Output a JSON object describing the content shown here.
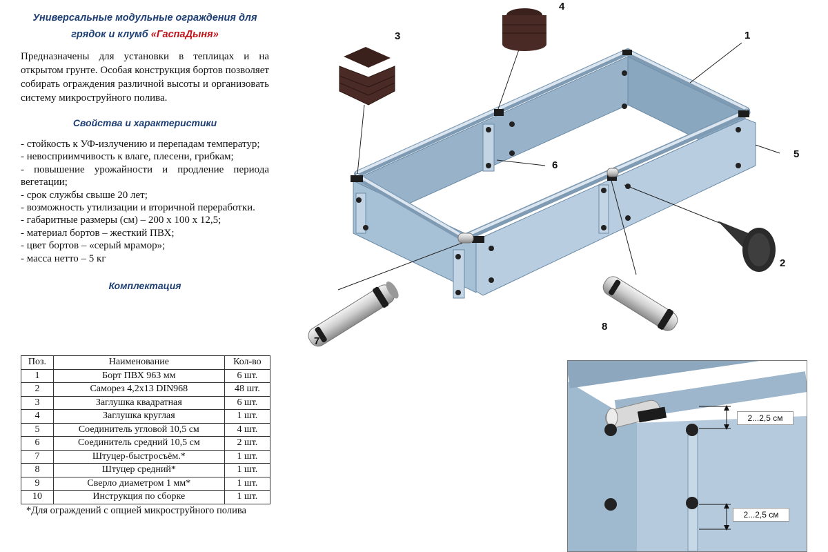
{
  "header": {
    "title_line1": "Универсальные модульные ограждения для",
    "title_line2": "грядок и клумб ",
    "brand": "«ГаспаДыня»"
  },
  "intro": "Предназначены для установки в теплицах и на открытом грунте. Особая конструкция бортов позволяет собирать ограждения различной высоты и организовать систему микроструйного полива.",
  "properties": {
    "heading": "Свойства и характеристики",
    "items": [
      "- стойкость к УФ-излучению и перепадам температур;",
      "- невосприимчивость к влаге, плесени, грибкам;",
      "- повышение урожайности и продление периода вегетации;",
      "- срок службы свыше 20 лет;",
      "- возможность утилизации и вторичной переработки.",
      "- габаритные размеры (см) – 200 х 100 х 12,5;",
      "- материал бортов – жесткий ПВХ;",
      "- цвет бортов – «серый мрамор»;",
      "- масса нетто – 5 кг"
    ]
  },
  "kit": {
    "heading": "Комплектация",
    "columns": [
      "Поз.",
      "Наименование",
      "Кол-во"
    ],
    "rows": [
      [
        "1",
        "Борт ПВХ 963 мм",
        "6 шт."
      ],
      [
        "2",
        "Саморез 4,2х13 DIN968",
        "48 шт."
      ],
      [
        "3",
        "Заглушка квадратная",
        "6 шт."
      ],
      [
        "4",
        "Заглушка круглая",
        "1 шт."
      ],
      [
        "5",
        "Соединитель угловой 10,5 см",
        "4 шт."
      ],
      [
        "6",
        "Соединитель средний 10,5 см",
        "2 шт."
      ],
      [
        "7",
        "Штуцер-быстросъём.*",
        "1 шт."
      ],
      [
        "8",
        "Штуцер средний*",
        "1 шт."
      ],
      [
        "9",
        "Сверло диаметром 1 мм*",
        "1 шт."
      ],
      [
        "10",
        "Инструкция по сборке",
        "1 шт."
      ]
    ],
    "footnote": "*Для ограждений с опцией микроструйного полива"
  },
  "diagram": {
    "callouts": [
      "1",
      "2",
      "3",
      "4",
      "5",
      "6",
      "7",
      "8"
    ],
    "dimension_labels": [
      "2...2,5 см",
      "2...2,5 см"
    ]
  },
  "colors": {
    "heading_blue": "#1d3f74",
    "brand_red": "#c0141c",
    "panel_blue": "#a9c3d8",
    "plug_brown": "#4a2a24"
  }
}
